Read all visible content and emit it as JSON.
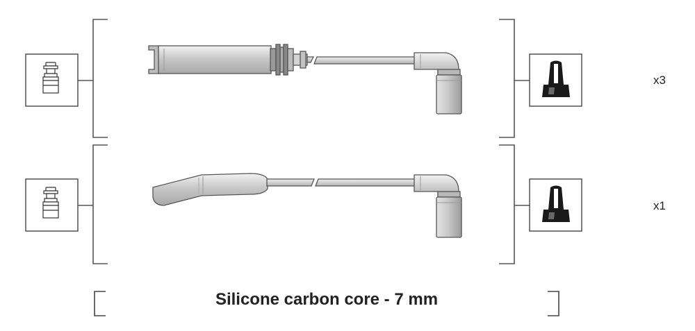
{
  "rows": [
    {
      "quantity": "x3"
    },
    {
      "quantity": "x1"
    }
  ],
  "caption": "Silicone carbon core - 7 mm",
  "colors": {
    "line": "#555555",
    "cable": "#d2d2d2",
    "boot_dark": "#1a1a1a",
    "background": "#ffffff"
  }
}
